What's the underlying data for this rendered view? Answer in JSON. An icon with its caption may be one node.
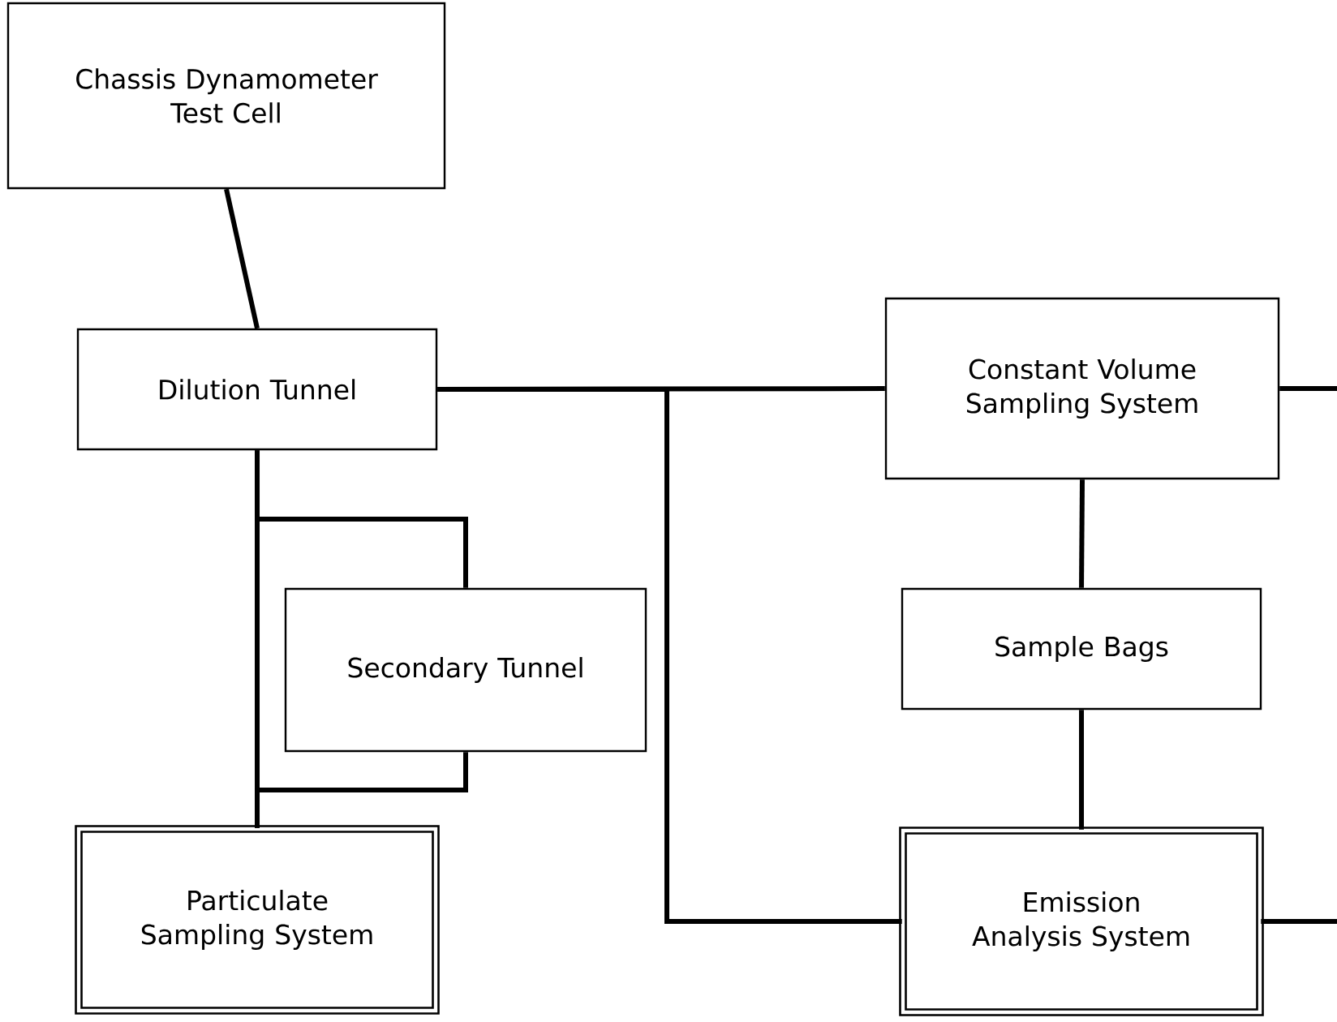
{
  "diagram": {
    "nodes": [
      {
        "text": [
          "Chassis Dynamometer Test Cell"
        ]
      },
      {
        "text": [
          "Dilution Tunnel"
        ]
      },
      {
        "text": [
          "Constant Volume Sampling System"
        ]
      },
      {
        "text": [
          "Secondary Tunnel"
        ]
      },
      {
        "text": [
          "Sample Bags"
        ]
      },
      {
        "text": [
          "Particulate Sampling System"
        ]
      },
      {
        "text": [
          "Emission Analysis System"
        ]
      }
    ],
    "edges": [
      {
        "from": 0,
        "to": 1,
        "arrow": "none"
      },
      {
        "from": 1,
        "to": 2,
        "arrow": "none"
      },
      {
        "from": 1,
        "to": 6,
        "arrow": "none"
      },
      {
        "from": 2,
        "to": null,
        "arrow": "none"
      },
      {
        "from": 6,
        "to": null,
        "arrow": "none"
      },
      {
        "from": 2,
        "to": 4,
        "arrow": "none"
      },
      {
        "from": 4,
        "to": 6,
        "arrow": "none"
      },
      {
        "from": 1,
        "to": 5,
        "arrow": "none"
      },
      {
        "from": 1,
        "to": 3,
        "arrow": "none"
      },
      {
        "from": 3,
        "to": 5,
        "arrow": "none"
      }
    ]
  }
}
